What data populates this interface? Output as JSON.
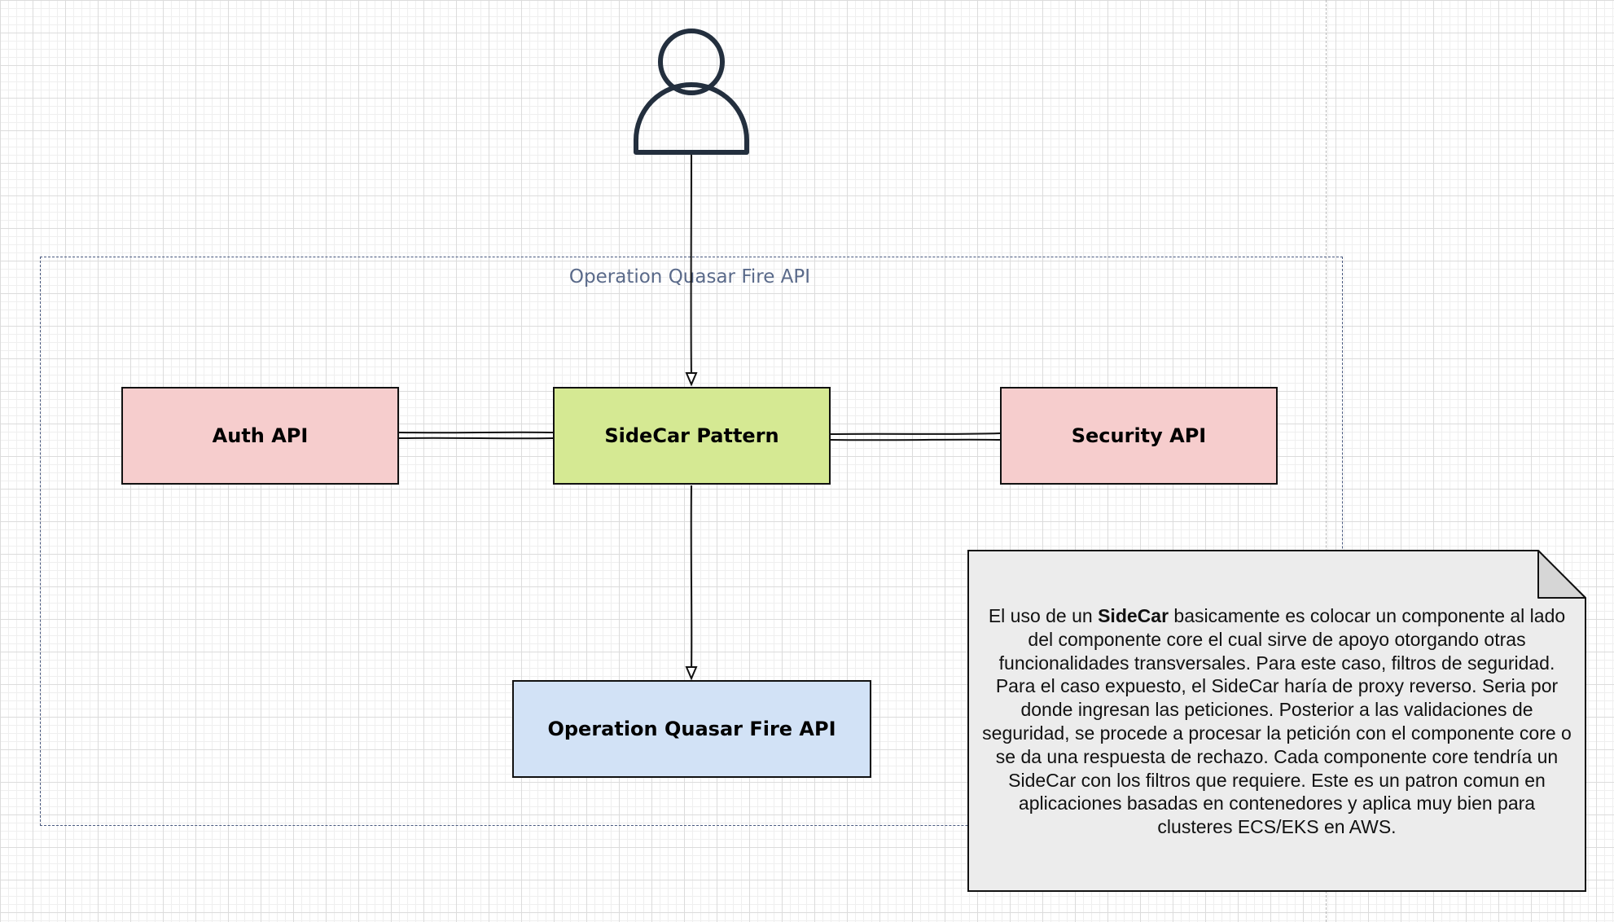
{
  "diagram": {
    "group_label": "Operation Quasar Fire API",
    "nodes": {
      "auth": "Auth API",
      "sidecar": "SideCar Pattern",
      "security": "Security API",
      "core": "Operation Quasar Fire API"
    },
    "icons": {
      "user": "user-icon"
    },
    "colors": {
      "auth_fill": "#f6cdcd",
      "sidecar_fill": "#d5e993",
      "security_fill": "#f6cdcd",
      "core_fill": "#d2e2f6",
      "note_fill": "#ececec",
      "group_border": "#4a5a80"
    },
    "note": {
      "line1_prefix": "El uso de un ",
      "line1_bold": "SideCar",
      "line1_suffix": " basicamente es colocar un componente al lado",
      "lines": [
        "del componente core el cual sirve de apoyo otorgando otras",
        "funcionalidades transversales. Para este caso, filtros de seguridad.",
        "Para el caso expuesto, el SideCar haría de proxy reverso. Seria por",
        "donde ingresan las peticiones. Posterior a las validaciones de",
        "seguridad, se procede a procesar la petición con el componente core o",
        "se da una respuesta de rechazo. Cada componente core tendría un",
        "SideCar con los filtros que requiere. Este es un patron comun en",
        "aplicaciones basadas en contenedores y aplica muy bien para",
        "clusteres ECS/EKS en AWS."
      ]
    }
  }
}
